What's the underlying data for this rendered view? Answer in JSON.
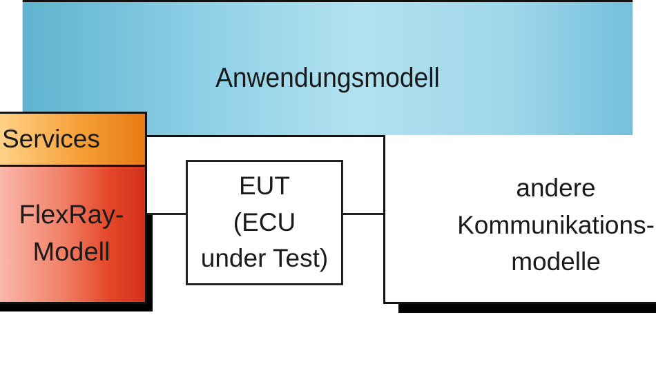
{
  "diagram": {
    "application_model": {
      "label": "Anwendungsmodell"
    },
    "services": {
      "label": "Services"
    },
    "flexray_model": {
      "label": "FlexRay-\nModell"
    },
    "eut": {
      "label": "EUT\n(ECU\nunder Test)"
    },
    "other_models": {
      "label": "andere\nKommunikations-\nmodelle"
    }
  }
}
